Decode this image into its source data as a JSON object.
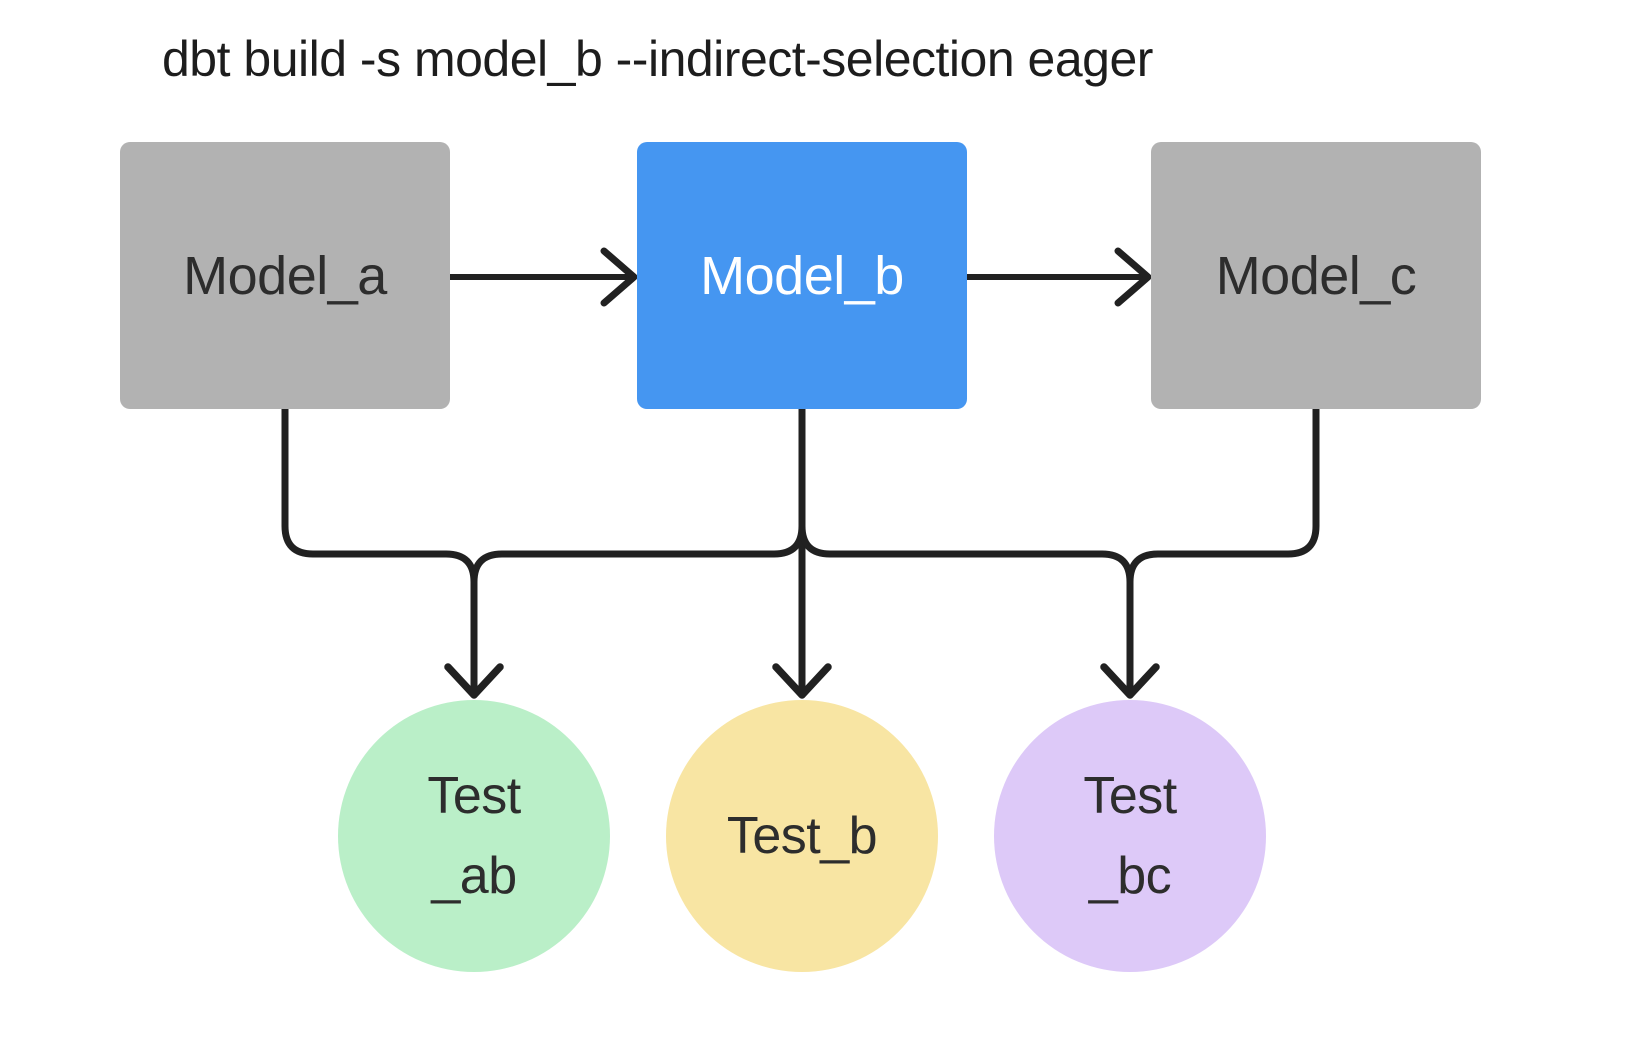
{
  "title": "dbt build -s model_b --indirect-selection eager",
  "colors": {
    "background": "#ffffff",
    "line": "#212121",
    "title_text": "#1d1d1d",
    "model_default_bg": "#b2b2b2",
    "model_default_text": "#2d2d2d",
    "model_selected_bg": "#4596f1",
    "model_selected_text": "#ffffff",
    "test_text": "#2d2d2d"
  },
  "nodes": {
    "model_a": {
      "label": "Model_a",
      "selected": false
    },
    "model_b": {
      "label": "Model_b",
      "selected": true
    },
    "model_c": {
      "label": "Model_c",
      "selected": false
    },
    "test_ab": {
      "line1": "Test",
      "line2": "_ab",
      "bg": "#baefc8"
    },
    "test_b": {
      "line1": "Test_b",
      "bg": "#f8e5a3"
    },
    "test_bc": {
      "line1": "Test",
      "line2": "_bc",
      "bg": "#ddc9f8"
    }
  },
  "edges": [
    {
      "from": "model_a",
      "to": "model_b"
    },
    {
      "from": "model_b",
      "to": "model_c"
    },
    {
      "from": "model_a",
      "to": "test_ab"
    },
    {
      "from": "model_b",
      "to": "test_ab"
    },
    {
      "from": "model_b",
      "to": "test_b"
    },
    {
      "from": "model_b",
      "to": "test_bc"
    },
    {
      "from": "model_c",
      "to": "test_bc"
    }
  ]
}
